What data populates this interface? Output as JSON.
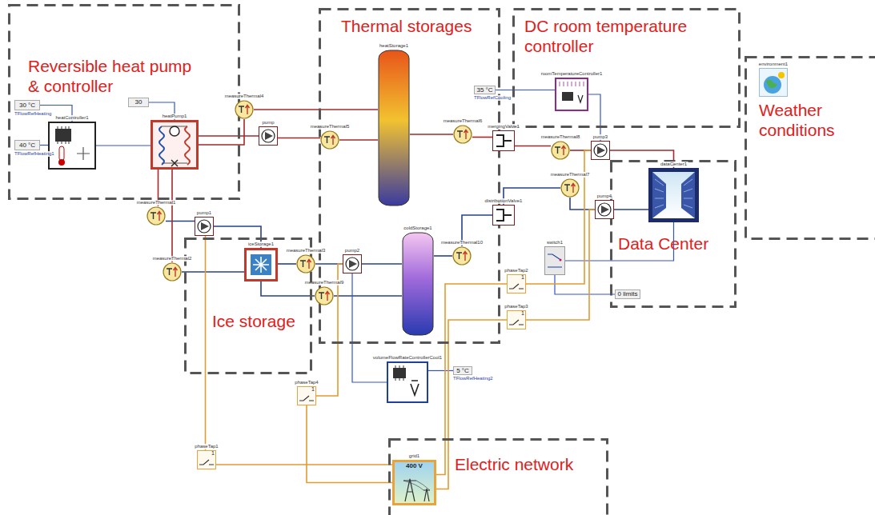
{
  "diagram": {
    "nodes": [
      {
        "text": [
          "Reversible heat pump & controller"
        ]
      },
      {
        "text": [
          "heatController1"
        ],
        "in": 0
      },
      {
        "text": [
          "heatPump1"
        ],
        "in": 0
      },
      {
        "text": [
          "30 °C",
          "TFlowRefHeating"
        ],
        "in": 0
      },
      {
        "text": [
          "40 °C",
          "TFlowRefHeating1"
        ],
        "in": 0
      },
      {
        "text": [
          "30"
        ],
        "in": 0
      },
      {
        "text": [
          "Thermal storages"
        ]
      },
      {
        "text": [
          "heatStorage1"
        ],
        "in": 6
      },
      {
        "text": [
          "coldStorage1"
        ],
        "in": 6
      },
      {
        "text": [
          "measureThermal5"
        ],
        "in": 6
      },
      {
        "text": [
          "measureThermal6"
        ],
        "in": 6
      },
      {
        "text": [
          "pump2"
        ],
        "in": 6
      },
      {
        "text": [
          "measureThermal10"
        ],
        "in": 6
      },
      {
        "text": [
          "measureThermal9"
        ],
        "in": 6
      },
      {
        "text": [
          "DC room temperature controller"
        ]
      },
      {
        "text": [
          "roomTemperatureController1"
        ],
        "in": 14
      },
      {
        "text": [
          "35 °C",
          "TFlowRefCooling"
        ]
      },
      {
        "text": [
          "Weather conditions"
        ]
      },
      {
        "text": [
          "environment1"
        ],
        "in": 17
      },
      {
        "text": [
          "Data Center"
        ]
      },
      {
        "text": [
          "dataCenter1"
        ],
        "in": 19
      },
      {
        "text": [
          "Ice storage"
        ]
      },
      {
        "text": [
          "iceStorage1"
        ],
        "in": 21
      },
      {
        "text": [
          "pump1"
        ]
      },
      {
        "text": [
          "Electric network"
        ]
      },
      {
        "text": [
          "400 V",
          "grid1"
        ],
        "in": 24
      },
      {
        "text": [
          "measureThermal4"
        ]
      },
      {
        "text": [
          "pump"
        ]
      },
      {
        "text": [
          "measureThermal1"
        ]
      },
      {
        "text": [
          "measureThermal2"
        ]
      },
      {
        "text": [
          "measureThermal3"
        ]
      },
      {
        "text": [
          "mergingValve1"
        ]
      },
      {
        "text": [
          "distributionValve1"
        ]
      },
      {
        "text": [
          "measureThermal8"
        ]
      },
      {
        "text": [
          "measureThermal7"
        ]
      },
      {
        "text": [
          "pump3"
        ]
      },
      {
        "text": [
          "pump4"
        ]
      },
      {
        "text": [
          "1",
          "phaseTap1"
        ]
      },
      {
        "text": [
          "1",
          "phaseTap4"
        ]
      },
      {
        "text": [
          "1",
          "phaseTap2"
        ]
      },
      {
        "text": [
          "1",
          "phaseTap3"
        ]
      },
      {
        "text": [
          "volumeFlowRateControllerCool1"
        ]
      },
      {
        "text": [
          "5 °C",
          "TFlowRefHeating2"
        ]
      },
      {
        "text": [
          "switch1"
        ]
      },
      {
        "text": [
          "0 limits"
        ]
      }
    ],
    "edges": [
      {
        "from": 2,
        "to": 26,
        "arrow": "none"
      },
      {
        "from": 26,
        "to": 7,
        "arrow": "none"
      },
      {
        "from": 7,
        "to": 9,
        "arrow": "none"
      },
      {
        "from": 9,
        "to": 27,
        "arrow": "none"
      },
      {
        "from": 27,
        "to": 2,
        "arrow": "none"
      },
      {
        "from": 7,
        "to": 10,
        "arrow": "none"
      },
      {
        "from": 10,
        "to": 31,
        "arrow": "none"
      },
      {
        "from": 31,
        "to": 33,
        "arrow": "none"
      },
      {
        "from": 33,
        "to": 35,
        "arrow": "none"
      },
      {
        "from": 35,
        "to": 20,
        "arrow": "none"
      },
      {
        "from": 20,
        "to": 36,
        "arrow": "none"
      },
      {
        "from": 36,
        "to": 34,
        "arrow": "none"
      },
      {
        "from": 34,
        "to": 32,
        "arrow": "none"
      },
      {
        "from": 32,
        "to": 12,
        "arrow": "none"
      },
      {
        "from": 12,
        "to": 8,
        "arrow": "none"
      },
      {
        "from": 8,
        "to": 11,
        "arrow": "none"
      },
      {
        "from": 11,
        "to": 30,
        "arrow": "none"
      },
      {
        "from": 30,
        "to": 22,
        "arrow": "none"
      },
      {
        "from": 22,
        "to": 23,
        "arrow": "none"
      },
      {
        "from": 23,
        "to": 28,
        "arrow": "none"
      },
      {
        "from": 28,
        "to": 2,
        "arrow": "none"
      },
      {
        "from": 29,
        "to": 22,
        "arrow": "none"
      },
      {
        "from": 2,
        "to": 29,
        "arrow": "none"
      },
      {
        "from": 8,
        "to": 13,
        "arrow": "none"
      },
      {
        "from": 13,
        "to": 22,
        "arrow": "none"
      },
      {
        "from": 3,
        "to": 1,
        "arrow": "none"
      },
      {
        "from": 4,
        "to": 1,
        "arrow": "none"
      },
      {
        "from": 5,
        "to": 2,
        "arrow": "none"
      },
      {
        "from": 1,
        "to": 2,
        "arrow": "none"
      },
      {
        "from": 16,
        "to": 15,
        "arrow": "none"
      },
      {
        "from": 15,
        "to": 35,
        "arrow": "none"
      },
      {
        "from": 42,
        "to": 41,
        "arrow": "none"
      },
      {
        "from": 41,
        "to": 11,
        "arrow": "none"
      },
      {
        "from": 44,
        "to": 43,
        "arrow": "none"
      },
      {
        "from": 43,
        "to": 20,
        "arrow": "none"
      },
      {
        "from": 25,
        "to": 37,
        "arrow": "none"
      },
      {
        "from": 25,
        "to": 38,
        "arrow": "none"
      },
      {
        "from": 39,
        "to": 25,
        "arrow": "none"
      },
      {
        "from": 40,
        "to": 25,
        "arrow": "none"
      },
      {
        "from": 37,
        "to": 23,
        "arrow": "none"
      },
      {
        "from": 38,
        "to": 11,
        "arrow": "none"
      },
      {
        "from": 39,
        "to": 35,
        "arrow": "none"
      },
      {
        "from": 40,
        "to": 36,
        "arrow": "none"
      }
    ]
  }
}
